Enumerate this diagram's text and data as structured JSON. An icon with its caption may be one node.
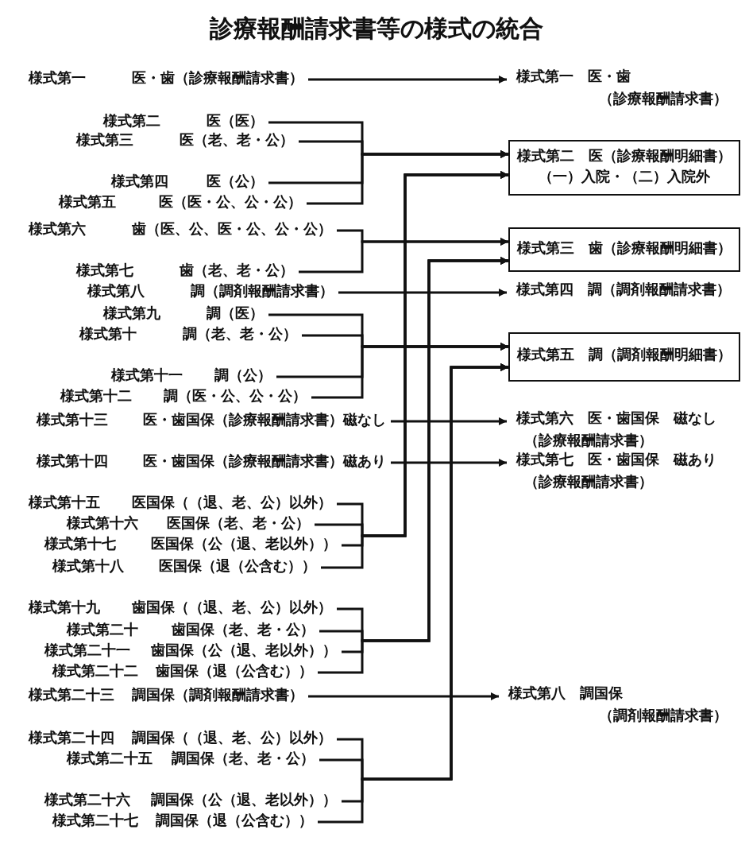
{
  "diagram": {
    "title": "診療報酬請求書等の様式の統合",
    "nodes": [
      {
        "text": [
          "様式第一",
          "医・歯（診療報酬請求書）"
        ]
      },
      {
        "text": [
          "様式第二",
          "医（医）"
        ]
      },
      {
        "text": [
          "様式第三",
          "医（老、老・公）"
        ]
      },
      {
        "text": [
          "様式第四",
          "医（公）"
        ]
      },
      {
        "text": [
          "様式第五",
          "医（医・公、公・公）"
        ]
      },
      {
        "text": [
          "様式第六",
          "歯（医、公、医・公、公・公）"
        ]
      },
      {
        "text": [
          "様式第七",
          "歯（老、老・公）"
        ]
      },
      {
        "text": [
          "様式第八",
          "調（調剤報酬請求書）"
        ]
      },
      {
        "text": [
          "様式第九",
          "調（医）"
        ]
      },
      {
        "text": [
          "様式第十",
          "調（老、老・公）"
        ]
      },
      {
        "text": [
          "様式第十一",
          "調（公）"
        ]
      },
      {
        "text": [
          "様式第十二",
          "調（医・公、公・公）"
        ]
      },
      {
        "text": [
          "様式第十三",
          "医・歯国保（診療報酬請求書）磁なし"
        ]
      },
      {
        "text": [
          "様式第十四",
          "医・歯国保（診療報酬請求書）磁あり"
        ]
      },
      {
        "text": [
          "様式第十五",
          "医国保（（退、老、公）以外）"
        ]
      },
      {
        "text": [
          "様式第十六",
          "医国保（老、老・公）"
        ]
      },
      {
        "text": [
          "様式第十七",
          "医国保（公（退、老以外））"
        ]
      },
      {
        "text": [
          "様式第十八",
          "医国保（退（公含む））"
        ]
      },
      {
        "text": [
          "様式第十九",
          "歯国保（（退、老、公）以外）"
        ]
      },
      {
        "text": [
          "様式第二十",
          "歯国保（老、老・公）"
        ]
      },
      {
        "text": [
          "様式第二十一",
          "歯国保（公（退、老以外））"
        ]
      },
      {
        "text": [
          "様式第二十二",
          "歯国保（退（公含む））"
        ]
      },
      {
        "text": [
          "様式第二十三",
          "調国保（調剤報酬請求書）"
        ]
      },
      {
        "text": [
          "様式第二十四",
          "調国保（（退、老、公）以外）"
        ]
      },
      {
        "text": [
          "様式第二十五",
          "調国保（老、老・公）"
        ]
      },
      {
        "text": [
          "様式第二十六",
          "調国保（公（退、老以外））"
        ]
      },
      {
        "text": [
          "様式第二十七",
          "調国保（退（公含む））"
        ]
      },
      {
        "text": [
          "様式第一　医・歯",
          "（診療報酬請求書）"
        ]
      },
      {
        "text": [
          "様式第二　医（診療報酬明細書）",
          "（一）入院・（二）入院外"
        ]
      },
      {
        "text": [
          "様式第三　歯（診療報酬明細書）"
        ]
      },
      {
        "text": [
          "様式第四　調（調剤報酬請求書）"
        ]
      },
      {
        "text": [
          "様式第五　調（調剤報酬明細書）"
        ]
      },
      {
        "text": [
          "様式第六　医・歯国保　磁なし",
          "（診療報酬請求書）"
        ]
      },
      {
        "text": [
          "様式第七　医・歯国保　磁あり",
          "（診療報酬請求書）"
        ]
      },
      {
        "text": [
          "様式第八　調国保",
          "（調剤報酬請求書）"
        ]
      }
    ],
    "edges": [
      {
        "from": 0,
        "to": 27,
        "arrow": "to"
      },
      {
        "from": 1,
        "to": 28,
        "arrow": "to"
      },
      {
        "from": 2,
        "to": 28,
        "arrow": "to"
      },
      {
        "from": 3,
        "to": 28,
        "arrow": "to"
      },
      {
        "from": 4,
        "to": 28,
        "arrow": "to"
      },
      {
        "from": 5,
        "to": 29,
        "arrow": "to"
      },
      {
        "from": 6,
        "to": 29,
        "arrow": "to"
      },
      {
        "from": 7,
        "to": 30,
        "arrow": "to"
      },
      {
        "from": 8,
        "to": 31,
        "arrow": "to"
      },
      {
        "from": 9,
        "to": 31,
        "arrow": "to"
      },
      {
        "from": 10,
        "to": 31,
        "arrow": "to"
      },
      {
        "from": 11,
        "to": 31,
        "arrow": "to"
      },
      {
        "from": 12,
        "to": 32,
        "arrow": "to"
      },
      {
        "from": 13,
        "to": 33,
        "arrow": "to"
      },
      {
        "from": 14,
        "to": 28,
        "arrow": "to"
      },
      {
        "from": 15,
        "to": 28,
        "arrow": "to"
      },
      {
        "from": 16,
        "to": 28,
        "arrow": "to"
      },
      {
        "from": 17,
        "to": 28,
        "arrow": "to"
      },
      {
        "from": 18,
        "to": 29,
        "arrow": "to"
      },
      {
        "from": 19,
        "to": 29,
        "arrow": "to"
      },
      {
        "from": 20,
        "to": 29,
        "arrow": "to"
      },
      {
        "from": 21,
        "to": 29,
        "arrow": "to"
      },
      {
        "from": 22,
        "to": 34,
        "arrow": "to"
      },
      {
        "from": 23,
        "to": 31,
        "arrow": "to"
      },
      {
        "from": 24,
        "to": 31,
        "arrow": "to"
      },
      {
        "from": 25,
        "to": 31,
        "arrow": "to"
      },
      {
        "from": 26,
        "to": 31,
        "arrow": "to"
      }
    ]
  }
}
